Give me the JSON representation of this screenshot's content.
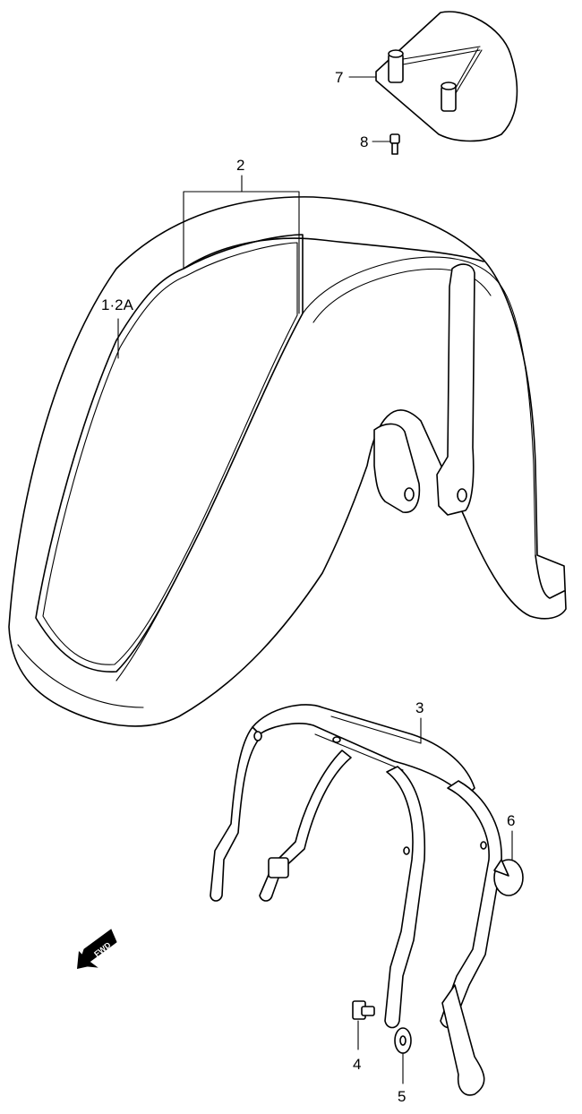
{
  "diagram": {
    "callouts": {
      "c1": "1·2A",
      "c2": "2",
      "c3": "3",
      "c4": "4",
      "c5": "5",
      "c6": "6",
      "c7": "7",
      "c8": "8"
    },
    "direction_arrow": "FWD",
    "line_color": "#000000",
    "background_color": "#ffffff"
  }
}
